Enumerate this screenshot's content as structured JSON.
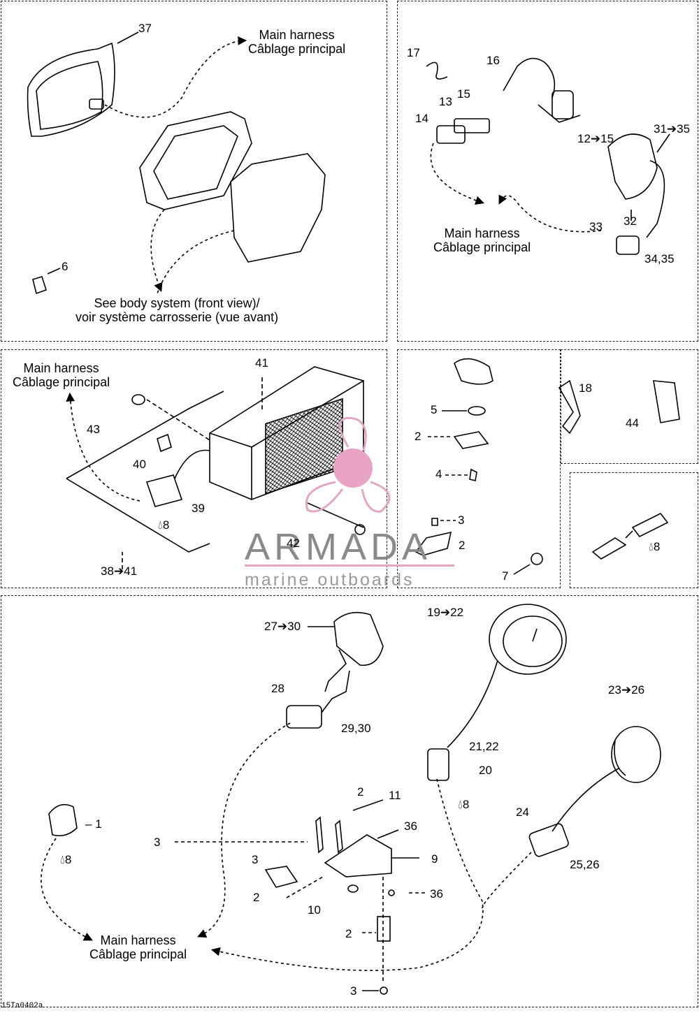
{
  "colors": {
    "ink": "#000000",
    "watermark_gray": "#8a8a8a",
    "watermark_pink": "#e2a7c2"
  },
  "captions": {
    "main_harness_en": "Main harness",
    "main_harness_fr": "Câblage principal",
    "body_system_en": "See body system (front view)/",
    "body_system_fr": "voir système carrosserie (vue avant)"
  },
  "labels": {
    "p1": [
      "37",
      "6"
    ],
    "p2": [
      "17",
      "16",
      "15",
      "13",
      "14",
      "12➔15",
      "31➔35",
      "32",
      "33",
      "34,35"
    ],
    "p3": [
      "41",
      "43",
      "40",
      "39",
      "8",
      "42",
      "38➔41"
    ],
    "p4": [
      "5",
      "18",
      "2",
      "44",
      "4",
      "3",
      "2",
      "7",
      "8"
    ],
    "p5": [
      "27➔30",
      "19➔22",
      "23➔26",
      "28",
      "29,30",
      "21,22",
      "20",
      "8",
      "24",
      "25,26",
      "1",
      "8",
      "2",
      "11",
      "36",
      "3",
      "9",
      "3",
      "2",
      "10",
      "36",
      "2",
      "3"
    ]
  },
  "watermark": {
    "brand": "ARMADA",
    "tagline": "marine outboards"
  },
  "doc_code": "15Ta0402a"
}
